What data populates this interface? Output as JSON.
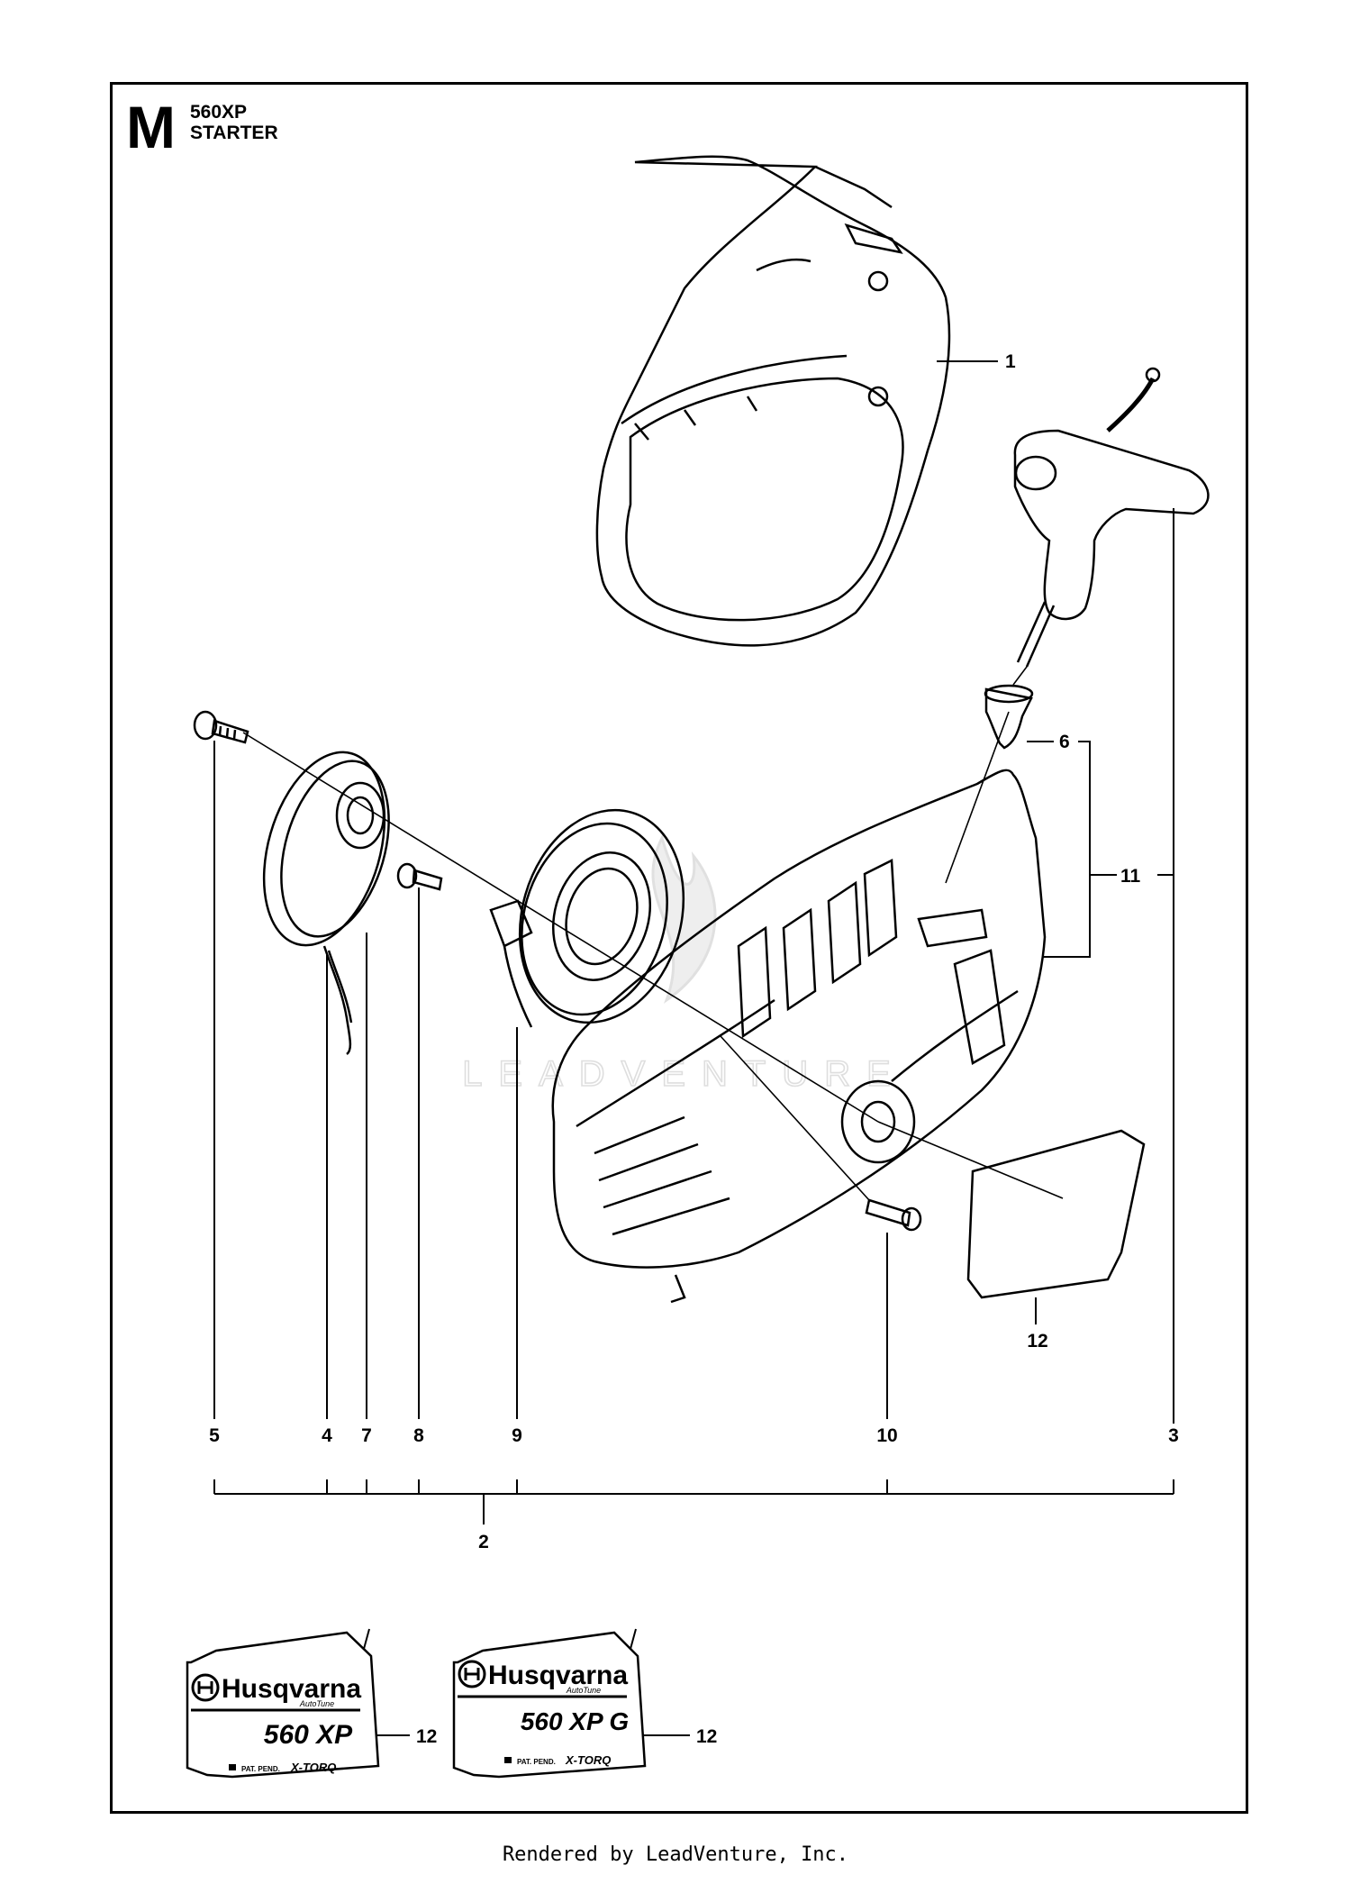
{
  "header": {
    "section_letter": "M",
    "model": "560XP",
    "title": "STARTER"
  },
  "callouts": {
    "c1": "1",
    "c2": "2",
    "c3": "3",
    "c4": "4",
    "c5": "5",
    "c6": "6",
    "c7": "7",
    "c8": "8",
    "c9": "9",
    "c10": "10",
    "c11": "11",
    "c12_decal": "12",
    "c12_label_a": "12",
    "c12_label_b": "12"
  },
  "labels": {
    "a": {
      "brand": "Husqvarna",
      "tech": "AutoTune",
      "model": "560 XP",
      "patent": "PAT. PEND.",
      "torq": "X-TORQ"
    },
    "b": {
      "brand": "Husqvarna",
      "tech": "AutoTune",
      "model": "560 XP G",
      "patent": "PAT. PEND.",
      "torq": "X-TORQ"
    }
  },
  "watermark": "LEADVENTURE",
  "footer": "Rendered by LeadVenture, Inc.",
  "colors": {
    "line": "#000000",
    "paper": "#ffffff",
    "watermark": "#e6e6e6"
  }
}
